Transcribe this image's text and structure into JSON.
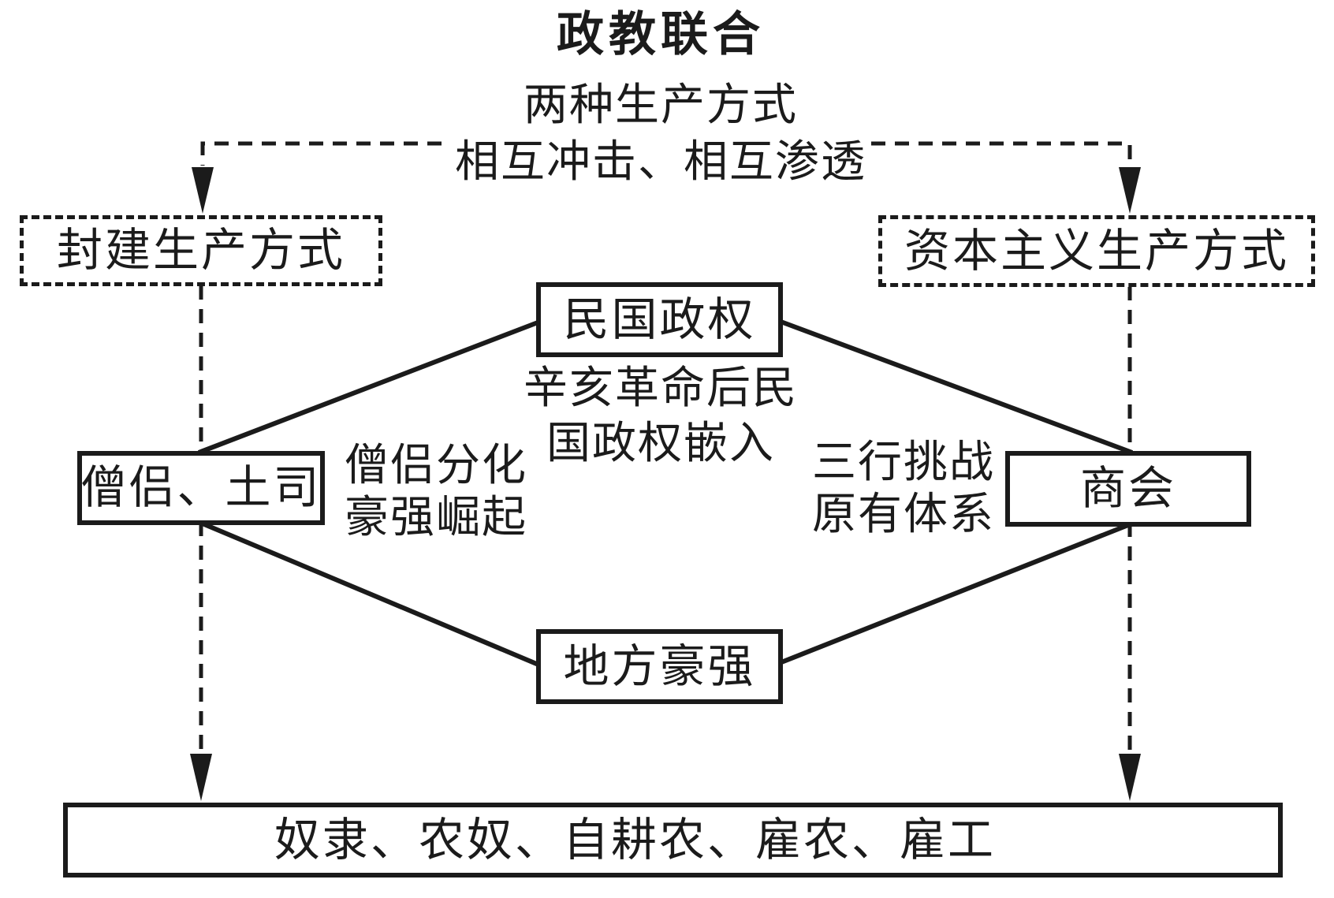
{
  "header": {
    "title": "政教联合",
    "subtitle_line1": "两种生产方式",
    "subtitle_line2": "相互冲击、相互渗透"
  },
  "boxes": {
    "feudal": {
      "label": "封建生产方式",
      "style": "dashed"
    },
    "capitalist": {
      "label": "资本主义生产方式",
      "style": "dashed"
    },
    "minguo": {
      "label": "民国政权",
      "style": "solid"
    },
    "monks": {
      "label": "僧侣、土司",
      "style": "solid"
    },
    "chamber": {
      "label": "商会",
      "style": "solid"
    },
    "strongmen": {
      "label": "地方豪强",
      "style": "solid"
    },
    "laborers": {
      "label": "奴隶、农奴、自耕农、雇农、雇工",
      "style": "solid"
    }
  },
  "annotations": {
    "embed_line1": "辛亥革命后民",
    "embed_line2": "国政权嵌入",
    "left_note_line1": "僧侣分化",
    "left_note_line2": "豪强崛起",
    "right_note_line1": "三行挑战",
    "right_note_line2": "原有体系"
  },
  "edges": [
    {
      "from": "subtitle",
      "to": "feudal",
      "style": "dashed-arrow"
    },
    {
      "from": "subtitle",
      "to": "capitalist",
      "style": "dashed-arrow"
    },
    {
      "from": "feudal",
      "to": "laborers",
      "style": "dashed-arrow"
    },
    {
      "from": "capitalist",
      "to": "laborers",
      "style": "dashed-arrow"
    },
    {
      "from": "minguo",
      "to": "monks",
      "style": "solid"
    },
    {
      "from": "minguo",
      "to": "chamber",
      "style": "solid"
    },
    {
      "from": "monks",
      "to": "strongmen",
      "style": "solid"
    },
    {
      "from": "chamber",
      "to": "strongmen",
      "style": "solid"
    }
  ],
  "colors": {
    "ink": "#1b1b1b",
    "background": "#ffffff"
  }
}
